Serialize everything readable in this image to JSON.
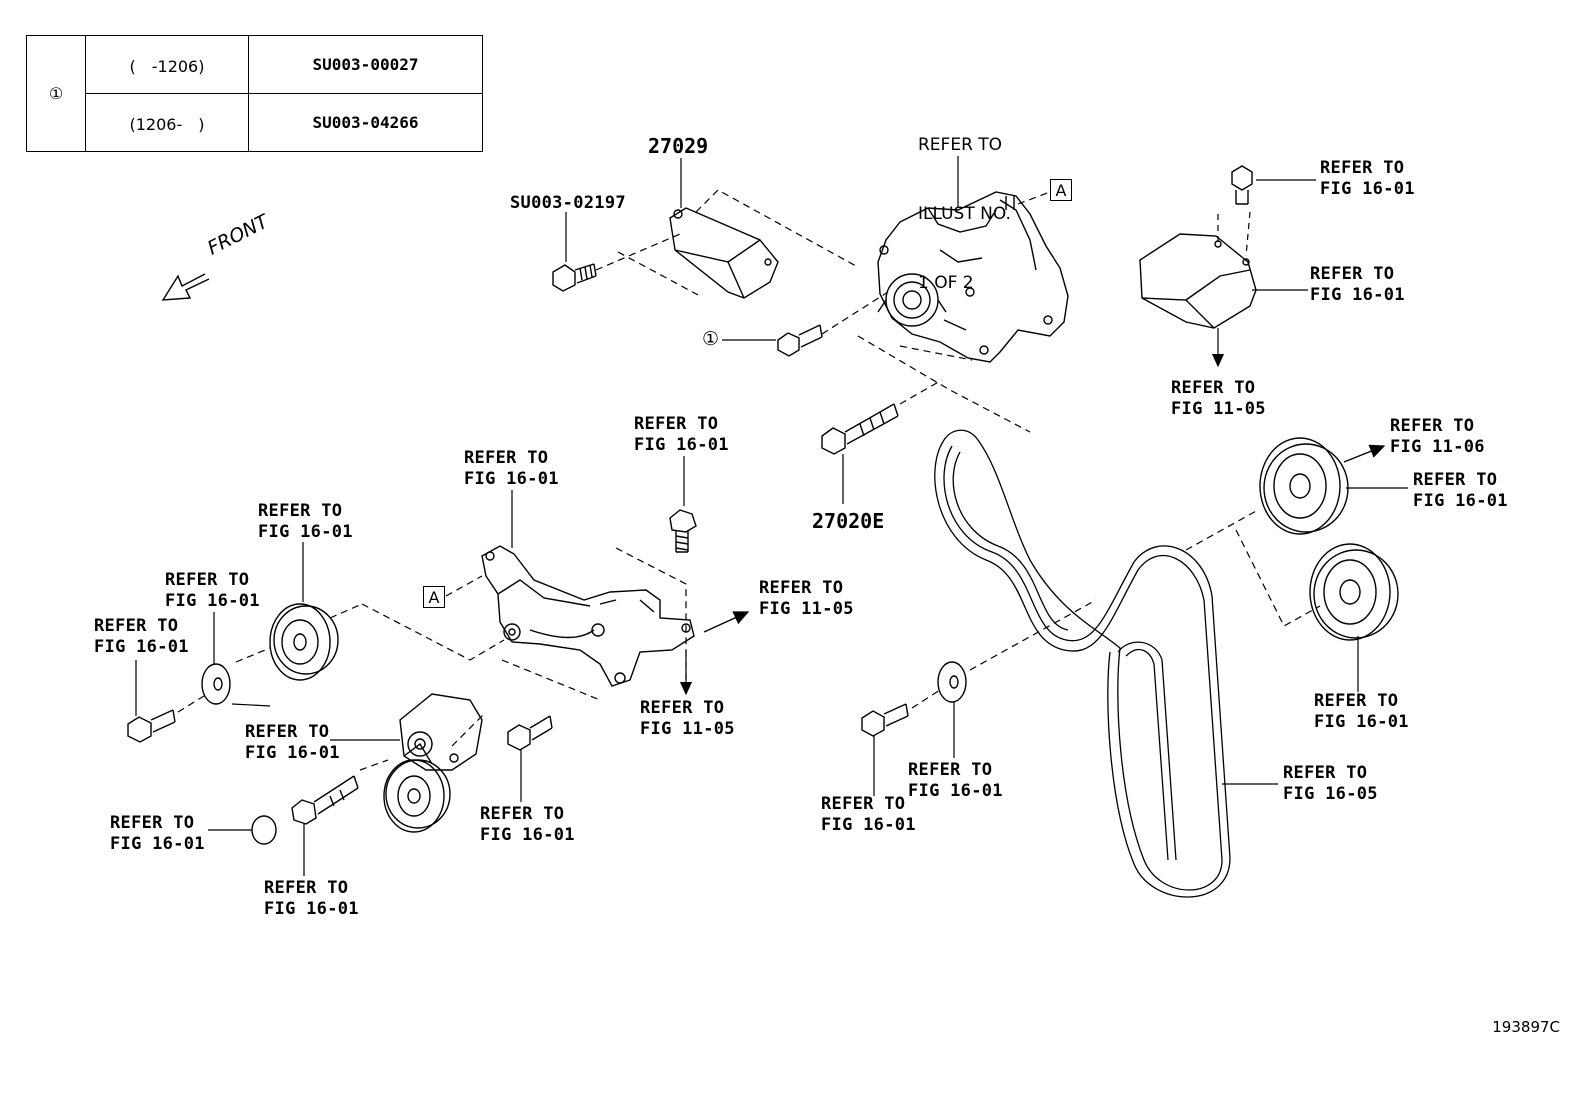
{
  "variant_table": {
    "symbol": "①",
    "rows": [
      {
        "range": "(　-1206)",
        "part": "SU003-00027"
      },
      {
        "range": "(1206-　)",
        "part": "SU003-04266"
      }
    ]
  },
  "front_label": "FRONT",
  "box_marker": "A",
  "circle_marker": "①",
  "part_numbers": {
    "bracket_cover": "27029",
    "bolt_top": "SU003-02197",
    "through_bolt": "27020E"
  },
  "alternator_ref": {
    "line1": "REFER TO",
    "line2": "ILLUST NO.",
    "line3": "1 OF 2"
  },
  "refer": {
    "r1": {
      "line1": "REFER TO",
      "line2": "FIG 16-01"
    },
    "r2": {
      "line1": "REFER TO",
      "line2": "FIG 16-01"
    },
    "r3": {
      "line1": "REFER TO",
      "line2": "FIG 11-05"
    },
    "r4": {
      "line1": "REFER TO",
      "line2": "FIG 11-06"
    },
    "r5": {
      "line1": "REFER TO",
      "line2": "FIG 16-01"
    },
    "r6": {
      "line1": "REFER TO",
      "line2": "FIG 16-01"
    },
    "r7": {
      "line1": "REFER TO",
      "line2": "FIG 16-01"
    },
    "r8": {
      "line1": "REFER TO",
      "line2": "FIG 16-01"
    },
    "r9": {
      "line1": "REFER TO",
      "line2": "FIG 16-01"
    },
    "r10": {
      "line1": "REFER TO",
      "line2": "FIG 16-01"
    },
    "r11": {
      "line1": "REFER TO",
      "line2": "FIG 11-05"
    },
    "r12": {
      "line1": "REFER TO",
      "line2": "FIG 11-05"
    },
    "r13": {
      "line1": "REFER TO",
      "line2": "FIG 16-01"
    },
    "r14": {
      "line1": "REFER TO",
      "line2": "FIG 16-01"
    },
    "r15": {
      "line1": "REFER TO",
      "line2": "FIG 16-01"
    },
    "r16": {
      "line1": "REFER TO",
      "line2": "FIG 16-01"
    },
    "r17": {
      "line1": "REFER TO",
      "line2": "FIG 16-01"
    },
    "r18": {
      "line1": "REFER TO",
      "line2": "FIG 16-01"
    },
    "r19": {
      "line1": "REFER TO",
      "line2": "FIG 16-01"
    },
    "r20": {
      "line1": "REFER TO",
      "line2": "FIG 16-05"
    }
  },
  "illustration_number": "193897C"
}
